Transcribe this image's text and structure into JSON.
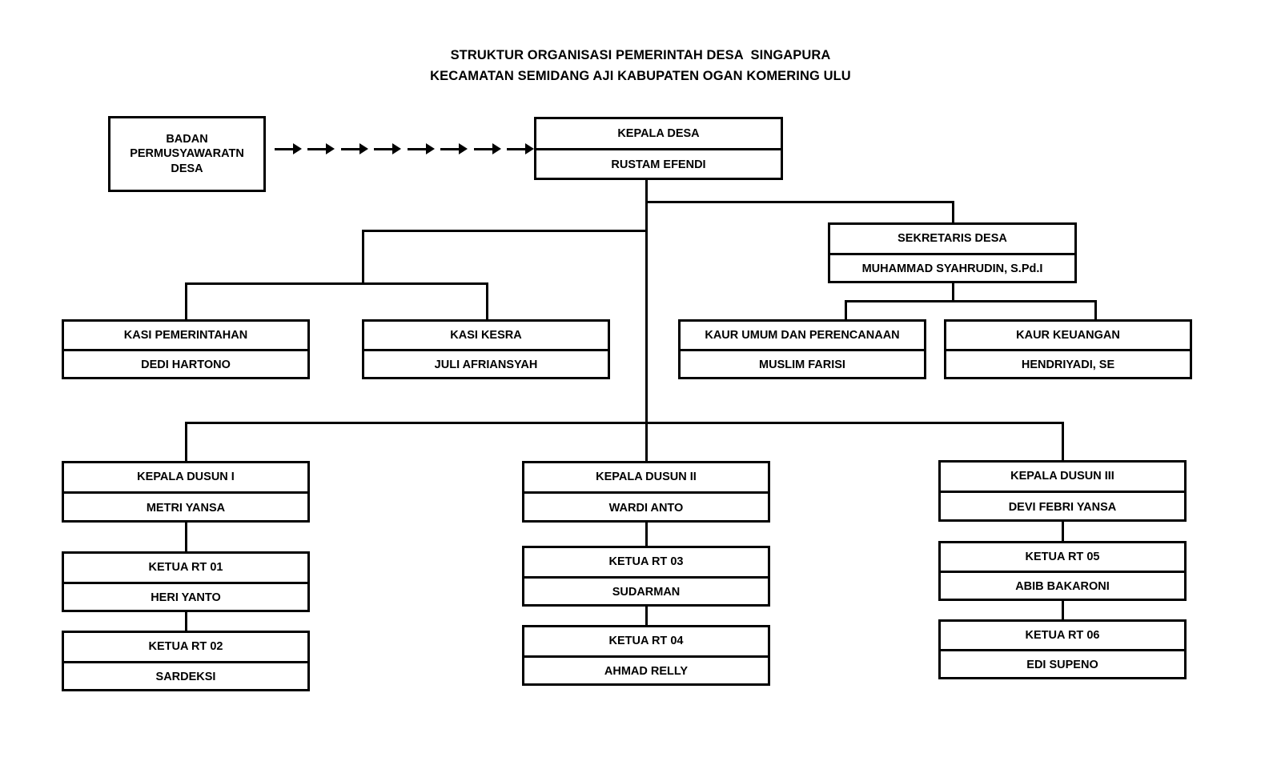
{
  "document": {
    "title_lines": [
      "STRUKTUR ORGANISASI PEMERINTAH DESA  SINGAPURA",
      "KECAMATAN SEMIDANG AJI KABUPATEN OGAN KOMERING ULU"
    ],
    "village": "SINGAPURA",
    "district": "SEMIDANG AJI",
    "regency": "OGAN KOMERING ULU"
  },
  "chart_data": {
    "type": "diagram",
    "subtype": "organization-chart",
    "orientation": "top-down",
    "title": "STRUKTUR ORGANISASI PEMERINTAH DESA  SINGAPURA KECAMATAN SEMIDANG AJI KABUPATEN OGAN KOMERING ULU",
    "nodes": [
      {
        "id": "bpd",
        "position": "BADAN\nPERMUSYAWARATN\nDESA",
        "person": "",
        "level": 0
      },
      {
        "id": "kepala_desa",
        "position": "KEPALA DESA",
        "person": "RUSTAM EFENDI",
        "level": 0
      },
      {
        "id": "sekretaris_desa",
        "position": "SEKRETARIS DESA",
        "person": "MUHAMMAD SYAHRUDIN, S.Pd.I",
        "level": 1
      },
      {
        "id": "kasi_pemerintahan",
        "position": "KASI PEMERINTAHAN",
        "person": "DEDI HARTONO",
        "level": 2
      },
      {
        "id": "kasi_kesra",
        "position": "KASI KESRA",
        "person": "JULI AFRIANSYAH",
        "level": 2
      },
      {
        "id": "kaur_umum",
        "position": "KAUR UMUM DAN PERENCANAAN",
        "person": "MUSLIM FARISI",
        "level": 2
      },
      {
        "id": "kaur_keuangan",
        "position": "KAUR KEUANGAN",
        "person": "HENDRIYADI, SE",
        "level": 2
      },
      {
        "id": "kadus_1",
        "position": "KEPALA DUSUN I",
        "person": "METRI YANSA",
        "level": 3
      },
      {
        "id": "kadus_2",
        "position": "KEPALA DUSUN II",
        "person": "WARDI ANTO",
        "level": 3
      },
      {
        "id": "kadus_3",
        "position": "KEPALA DUSUN III",
        "person": "DEVI FEBRI YANSA",
        "level": 3
      },
      {
        "id": "rt_01",
        "position": "KETUA RT 01",
        "person": "HERI YANTO",
        "level": 4
      },
      {
        "id": "rt_02",
        "position": "KETUA RT 02",
        "person": "SARDEKSI",
        "level": 5
      },
      {
        "id": "rt_03",
        "position": "KETUA RT 03",
        "person": "SUDARMAN",
        "level": 4
      },
      {
        "id": "rt_04",
        "position": "KETUA RT 04",
        "person": "AHMAD RELLY",
        "level": 5
      },
      {
        "id": "rt_05",
        "position": "KETUA RT 05",
        "person": "ABIB BAKARONI",
        "level": 4
      },
      {
        "id": "rt_06",
        "position": "KETUA RT 06",
        "person": "EDI SUPENO",
        "level": 5
      }
    ],
    "edges": [
      {
        "from": "bpd",
        "to": "kepala_desa",
        "style": "dashed-arrow-chain",
        "arrow_count": 8
      },
      {
        "from": "kepala_desa",
        "to": "sekretaris_desa",
        "style": "solid"
      },
      {
        "from": "kepala_desa",
        "to": "kasi_pemerintahan",
        "style": "solid"
      },
      {
        "from": "kepala_desa",
        "to": "kasi_kesra",
        "style": "solid"
      },
      {
        "from": "sekretaris_desa",
        "to": "kaur_umum",
        "style": "solid"
      },
      {
        "from": "sekretaris_desa",
        "to": "kaur_keuangan",
        "style": "solid"
      },
      {
        "from": "kepala_desa",
        "to": "kadus_1",
        "style": "solid"
      },
      {
        "from": "kepala_desa",
        "to": "kadus_2",
        "style": "solid"
      },
      {
        "from": "kepala_desa",
        "to": "kadus_3",
        "style": "solid"
      },
      {
        "from": "kadus_1",
        "to": "rt_01",
        "style": "solid"
      },
      {
        "from": "rt_01",
        "to": "rt_02",
        "style": "solid"
      },
      {
        "from": "kadus_2",
        "to": "rt_03",
        "style": "solid"
      },
      {
        "from": "rt_03",
        "to": "rt_04",
        "style": "solid"
      },
      {
        "from": "kadus_3",
        "to": "rt_05",
        "style": "solid"
      },
      {
        "from": "rt_05",
        "to": "rt_06",
        "style": "solid"
      }
    ],
    "colors": {
      "line": "#000000",
      "box_border": "#000000",
      "box_fill": "#ffffff",
      "text": "#000000"
    }
  }
}
